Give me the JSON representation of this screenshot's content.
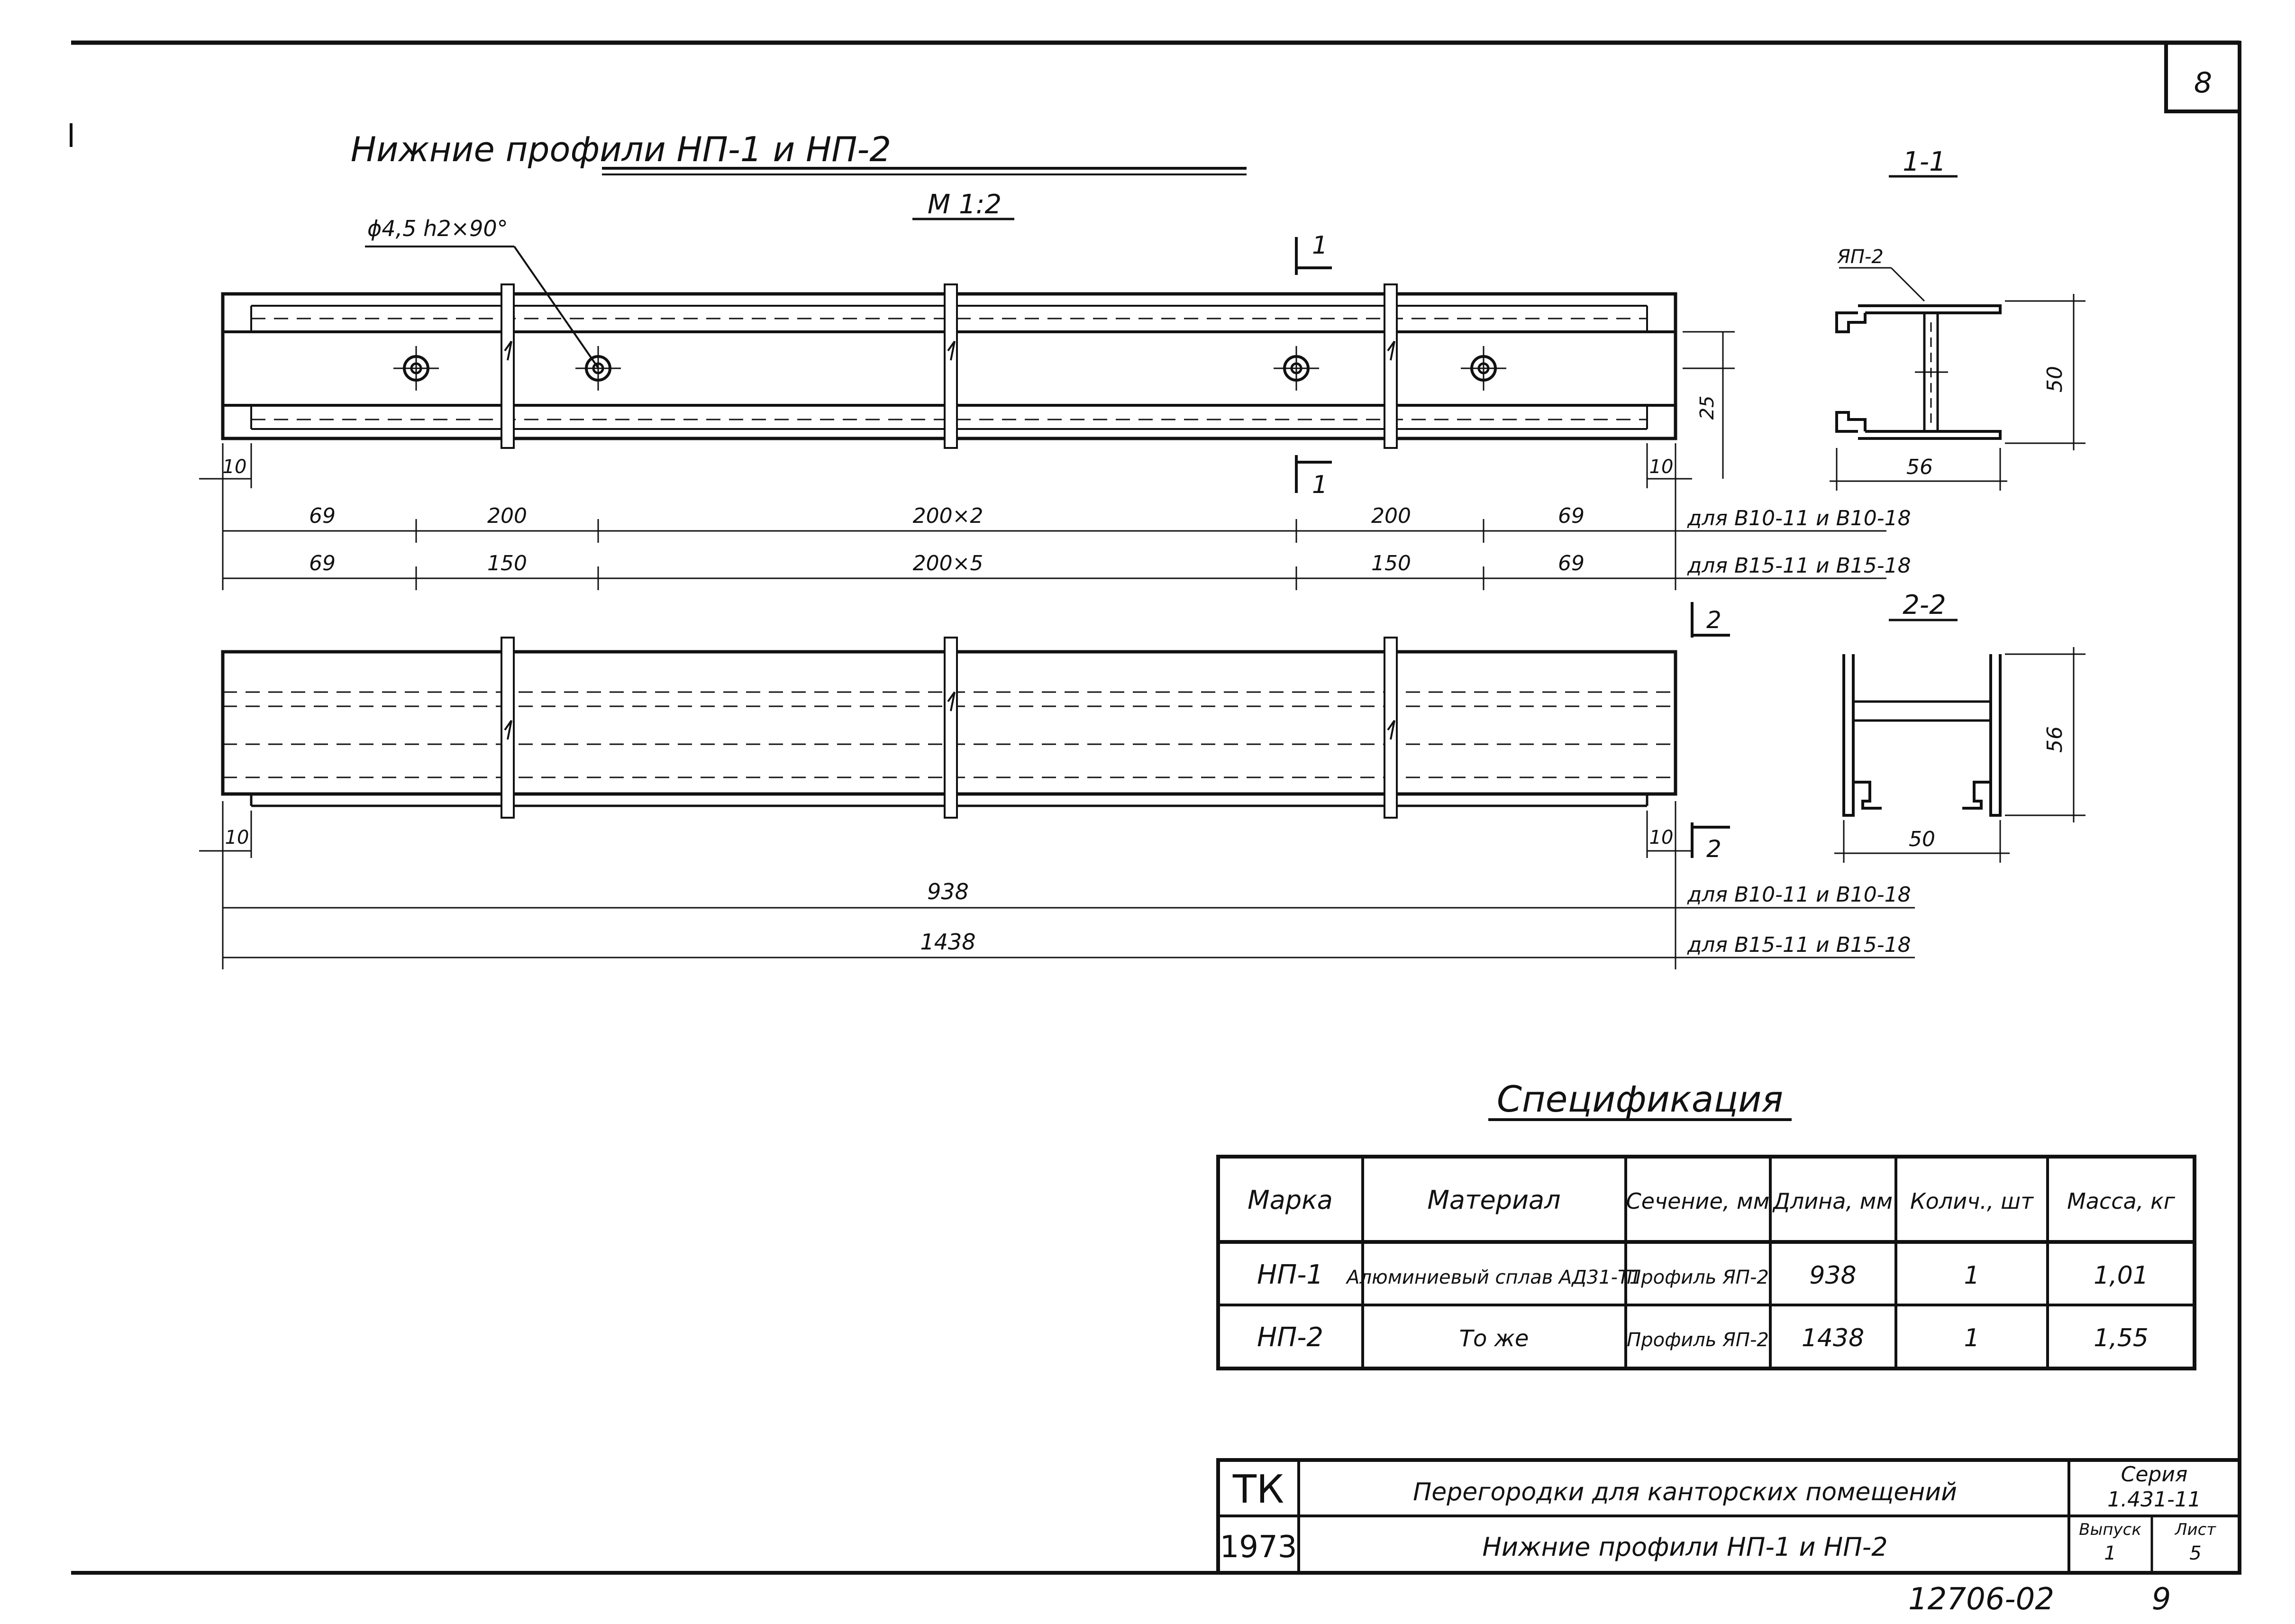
{
  "sheet": {
    "sheet_no": "8",
    "bottom_number": "12706-02",
    "bottom_page": "9"
  },
  "drawing": {
    "title": "Нижние профили НП-1 и НП-2",
    "scale": "М 1:2",
    "hole_note": "ϕ4,5 h2×90°",
    "cut_mark_1": "1",
    "cut_mark_2": "2",
    "top_view": {
      "edge_left": "10",
      "edge_right": "10",
      "height_25": "25",
      "row1": [
        "69",
        "200",
        "200×2",
        "200",
        "69"
      ],
      "row1_note": "для В10-11 и В10-18",
      "row2": [
        "69",
        "150",
        "200×5",
        "150",
        "69"
      ],
      "row2_note": "для В15-11 и В15-18"
    },
    "bottom_view": {
      "edge_left": "10",
      "edge_right": "10",
      "len1": "938",
      "len1_note": "для В10-11 и В10-18",
      "len2": "1438",
      "len2_note": "для В15-11 и В15-18"
    },
    "section_1": {
      "title": "1-1",
      "leader": "ЯП-2",
      "height": "50",
      "width": "56"
    },
    "section_2": {
      "title": "2-2",
      "height": "56",
      "width": "50"
    }
  },
  "specification": {
    "title": "Спецификация",
    "headers": [
      "Марка",
      "Материал",
      "Сечение, мм",
      "Длина, мм",
      "Колич., шт",
      "Масса, кг"
    ],
    "rows": [
      [
        "НП-1",
        "Алюминиевый сплав АД31-Т1",
        "Профиль ЯП-2",
        "938",
        "1",
        "1,01"
      ],
      [
        "НП-2",
        "То же",
        "Профиль ЯП-2",
        "1438",
        "1",
        "1,55"
      ]
    ]
  },
  "title_block": {
    "org": "ТК",
    "year": "1973",
    "line1": "Перегородки для канторских помещений",
    "line2": "Нижние профили НП-1 и НП-2",
    "series_label": "Серия",
    "series_value": "1.431-11",
    "issue_label": "Выпуск",
    "issue_value": "1",
    "sheet_label": "Лист",
    "sheet_value": "5"
  }
}
